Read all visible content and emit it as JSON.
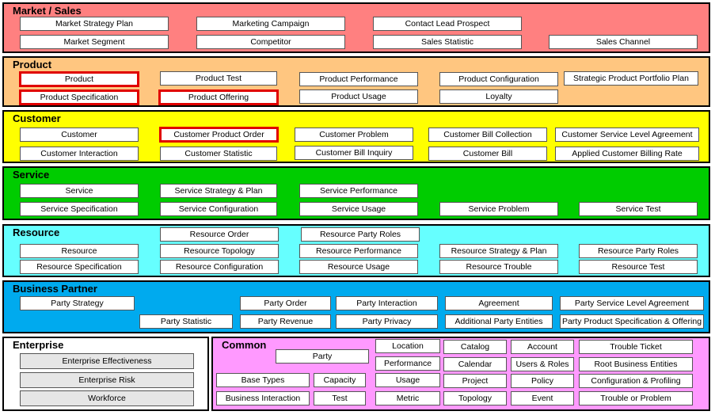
{
  "domains": [
    {
      "title": "Market / Sales",
      "bg": "#ff8080",
      "boxes": [
        {
          "label": "Market Strategy Plan"
        },
        {
          "label": "Marketing Campaign"
        },
        {
          "label": "Contact Lead Prospect"
        },
        {
          "label": "Market Segment"
        },
        {
          "label": "Competitor"
        },
        {
          "label": "Sales Statistic"
        },
        {
          "label": "Sales Channel"
        }
      ]
    },
    {
      "title": "Product",
      "bg": "#ffc680",
      "boxes": [
        {
          "label": "Product",
          "highlighted": true
        },
        {
          "label": "Product Test"
        },
        {
          "label": "Product Performance"
        },
        {
          "label": "Product Configuration"
        },
        {
          "label": "Strategic Product Portfolio Plan"
        },
        {
          "label": "Product Specification",
          "highlighted": true
        },
        {
          "label": "Product Offering",
          "highlighted": true
        },
        {
          "label": "Product Usage"
        },
        {
          "label": "Loyalty"
        }
      ]
    },
    {
      "title": "Customer",
      "bg": "#ffff00",
      "boxes": [
        {
          "label": "Customer"
        },
        {
          "label": "Customer Product Order",
          "highlighted": true
        },
        {
          "label": "Customer Problem"
        },
        {
          "label": "Customer Bill Collection"
        },
        {
          "label": "Customer Service Level Agreement"
        },
        {
          "label": "Customer Interaction"
        },
        {
          "label": "Customer Statistic"
        },
        {
          "label": "Customer Bill Inquiry"
        },
        {
          "label": "Customer Bill"
        },
        {
          "label": "Applied Customer Billing Rate"
        }
      ]
    },
    {
      "title": "Service",
      "bg": "#00cc00",
      "boxes": [
        {
          "label": "Service"
        },
        {
          "label": "Service Strategy & Plan"
        },
        {
          "label": "Service Performance"
        },
        {
          "label": "Service Specification"
        },
        {
          "label": "Service Configuration"
        },
        {
          "label": "Service Usage"
        },
        {
          "label": "Service Problem"
        },
        {
          "label": "Service Test"
        }
      ]
    },
    {
      "title": "Resource",
      "bg": "#66ffff",
      "boxes": [
        {
          "label": "Resource Order"
        },
        {
          "label": "Resource Party Roles"
        },
        {
          "label": "Resource"
        },
        {
          "label": "Resource Topology"
        },
        {
          "label": "Resource Performance"
        },
        {
          "label": "Resource Strategy & Plan"
        },
        {
          "label": "Resource Party Roles"
        },
        {
          "label": "Resource Specification"
        },
        {
          "label": "Resource Configuration"
        },
        {
          "label": "Resource Usage"
        },
        {
          "label": "Resource Trouble"
        },
        {
          "label": "Resource Test"
        }
      ]
    },
    {
      "title": "Business Partner",
      "bg": "#00aaee",
      "boxes": [
        {
          "label": "Party Strategy"
        },
        {
          "label": "Party Order"
        },
        {
          "label": "Party Interaction"
        },
        {
          "label": "Agreement"
        },
        {
          "label": "Party Service Level Agreement"
        },
        {
          "label": "Party Statistic"
        },
        {
          "label": "Party Revenue"
        },
        {
          "label": "Party Privacy"
        },
        {
          "label": "Additional Party Entities"
        },
        {
          "label": "Party Product Specification & Offering"
        }
      ]
    },
    {
      "title": "Enterprise",
      "bg": "#ffffff",
      "boxes": [
        {
          "label": "Enterprise Effectiveness"
        },
        {
          "label": "Enterprise Risk"
        },
        {
          "label": "Workforce"
        }
      ]
    },
    {
      "title": "Common",
      "bg": "#ff99ff",
      "boxes": [
        {
          "label": "Party"
        },
        {
          "label": "Base Types"
        },
        {
          "label": "Capacity"
        },
        {
          "label": "Business Interaction"
        },
        {
          "label": "Test"
        },
        {
          "label": "Location"
        },
        {
          "label": "Performance"
        },
        {
          "label": "Usage"
        },
        {
          "label": "Metric"
        },
        {
          "label": "Catalog"
        },
        {
          "label": "Calendar"
        },
        {
          "label": "Project"
        },
        {
          "label": "Topology"
        },
        {
          "label": "Account"
        },
        {
          "label": "Users & Roles"
        },
        {
          "label": "Policy"
        },
        {
          "label": "Event"
        },
        {
          "label": "Trouble Ticket"
        },
        {
          "label": "Root Business Entities"
        },
        {
          "label": "Configuration & Profiling"
        },
        {
          "label": "Trouble or Problem"
        }
      ]
    }
  ]
}
